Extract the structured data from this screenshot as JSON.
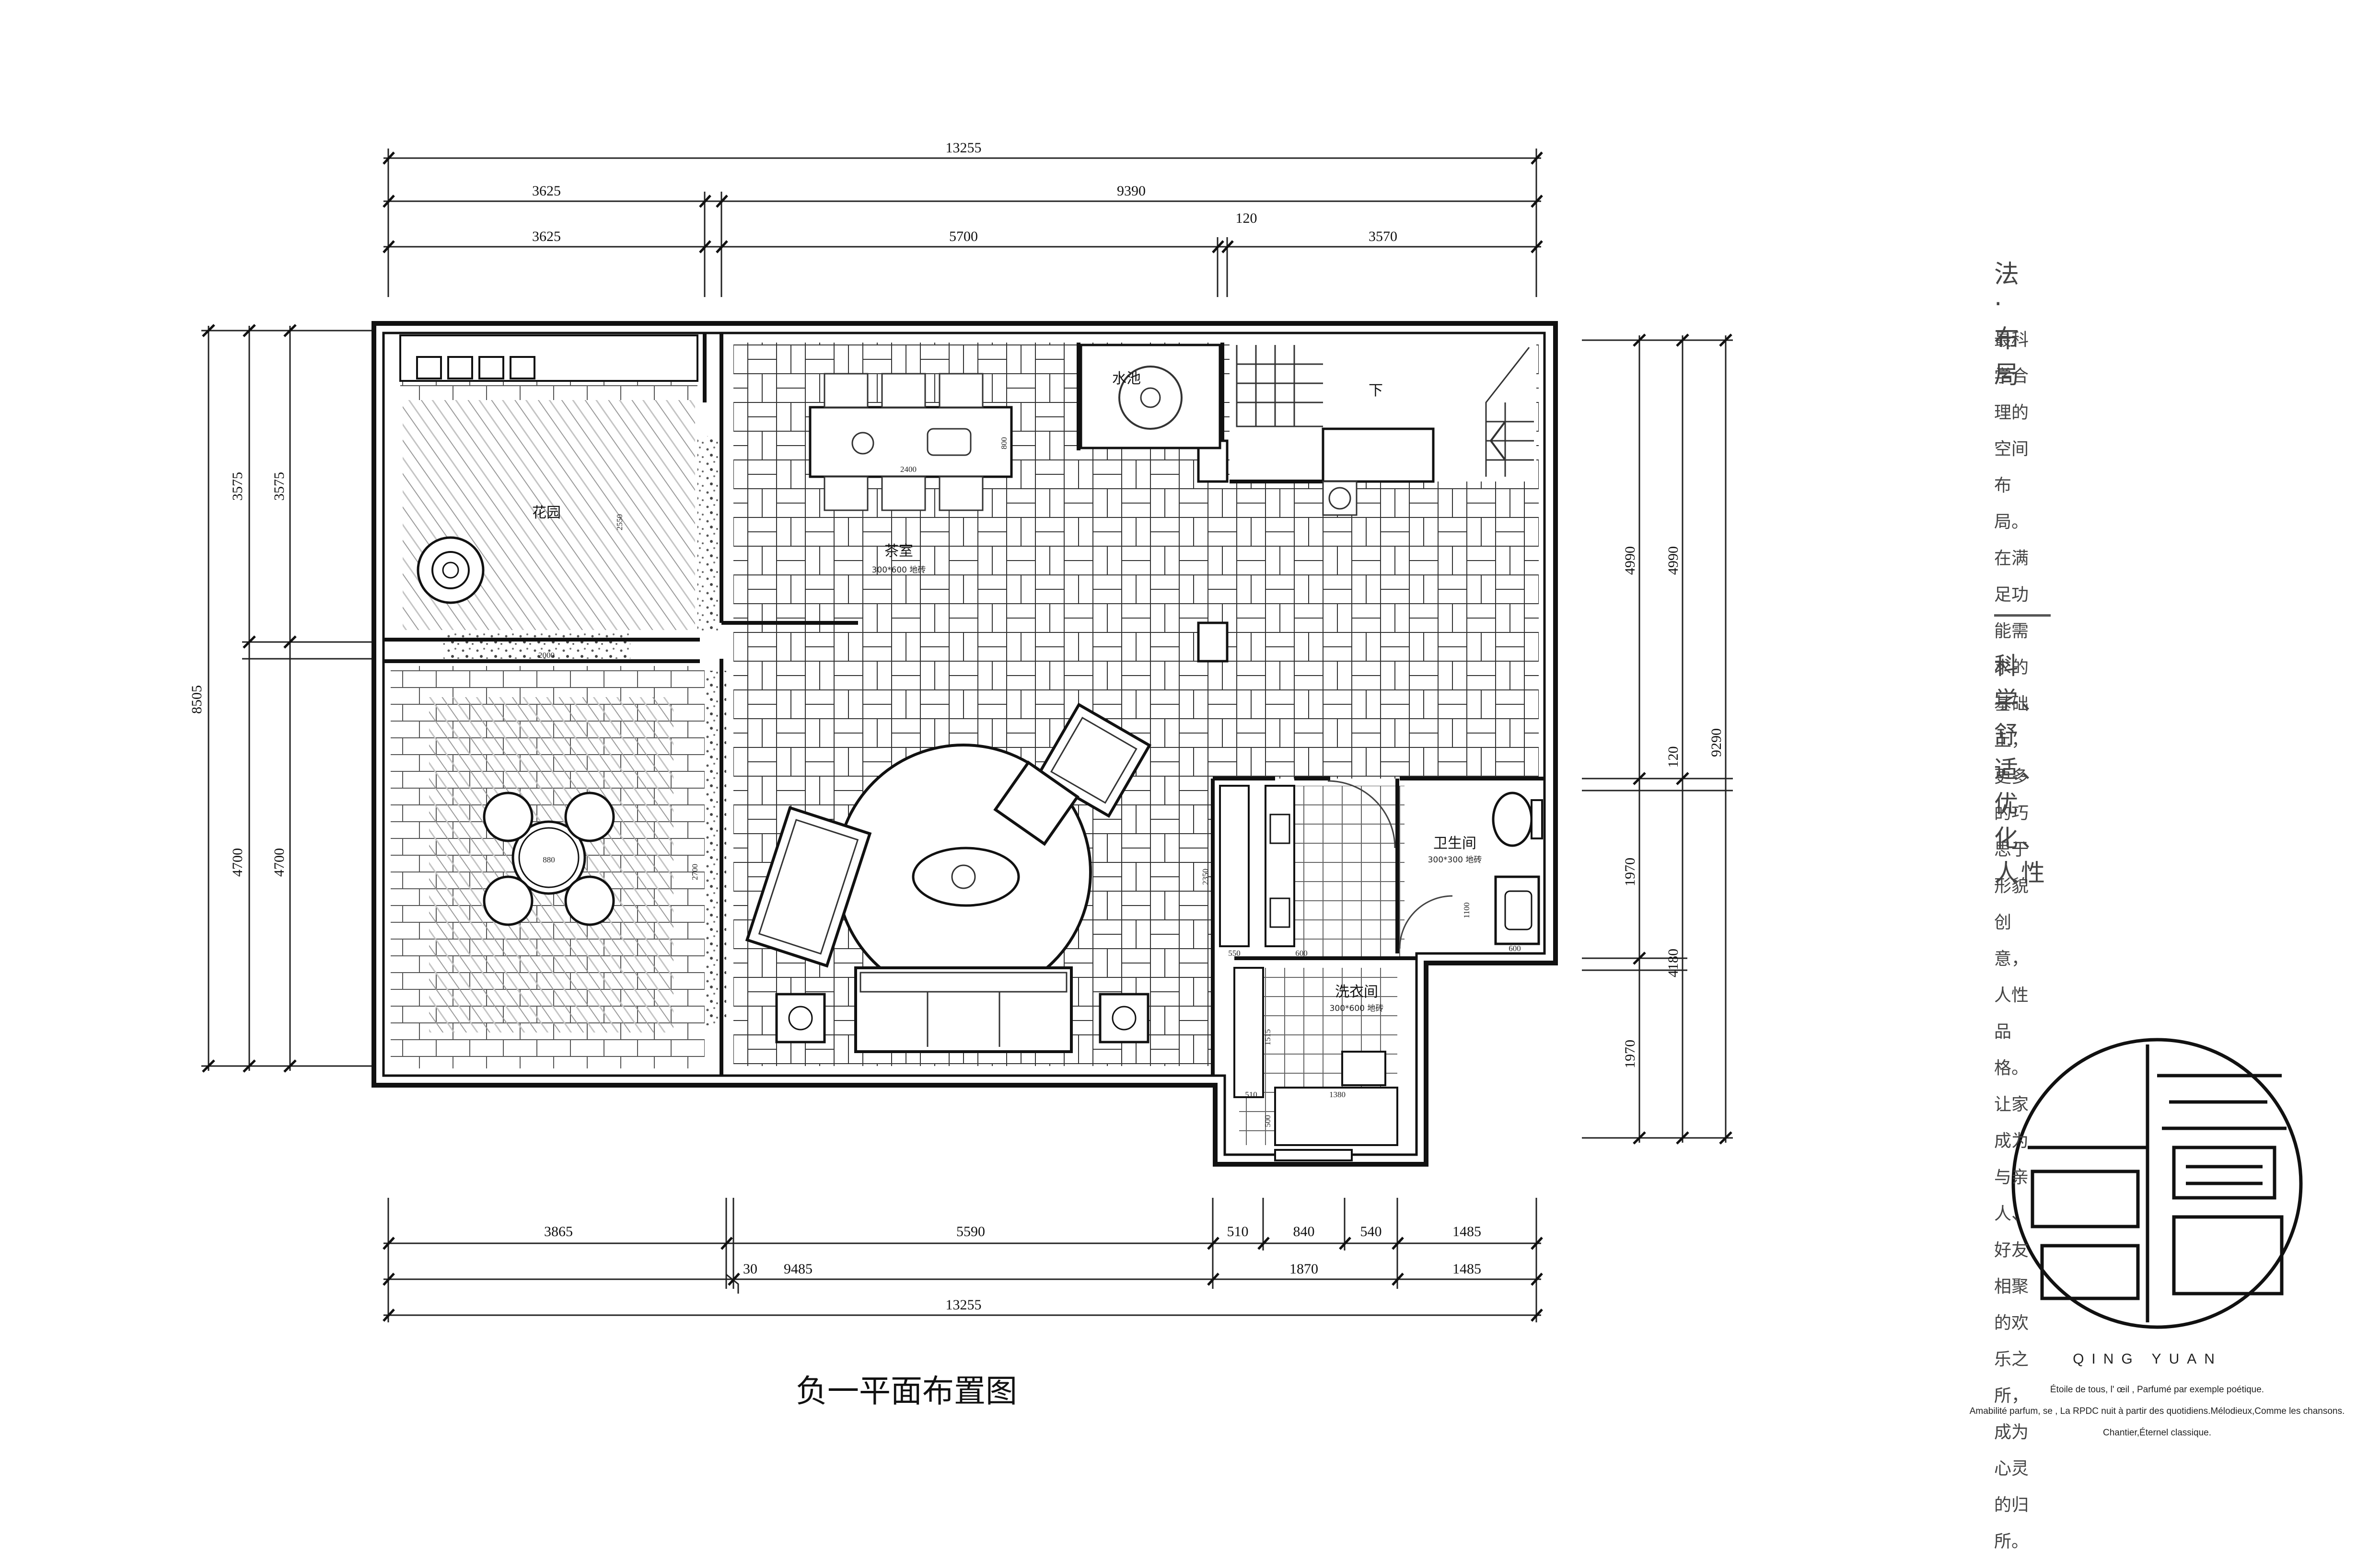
{
  "drawing_title": "负一平面布置图",
  "side_panel": {
    "heading": "法 · 布局",
    "paragraph": [
      "最科学合理的空间布局。",
      "在满足功能需求的基础上，",
      "更多的巧思于形貌创意，人性品格。",
      "让家成为与亲人、好友相聚的欢乐之所，",
      "成为心灵的归所。"
    ],
    "dash": "——",
    "motto": "科学、舒适、优化、人性"
  },
  "brand": {
    "name": "QING YUAN",
    "lines": [
      "Étoile de tous, l' œil , Parfumé par exemple poétique.",
      "Amabilité parfum, se , La RPDC nuit à partir des quotidiens.Mélodieux,Comme les chansons.",
      "Chantier,Éternel classique."
    ]
  },
  "dimensions": {
    "top_total": "13255",
    "top_row2": [
      "3625",
      "9390"
    ],
    "top_row3": [
      "3625",
      "5700",
      "120",
      "3570"
    ],
    "left_outer": "8505",
    "left_mid": [
      "3575",
      "4700"
    ],
    "left_inner": [
      "3575",
      "4700"
    ],
    "right_outer": "9290",
    "right_mid": [
      "4990",
      "4180"
    ],
    "right_inner": [
      "4990",
      "120",
      "1970",
      "1970"
    ],
    "bottom_row1": [
      "3865",
      "5590",
      "510",
      "840",
      "540",
      "1485"
    ],
    "bottom_note": "30",
    "bottom_row2": [
      "9485",
      "1870",
      "1485"
    ],
    "bottom_total": "13255"
  },
  "rooms": {
    "garden": "花园",
    "tea_room": "茶室",
    "tea_room_spec": "300*600  地砖",
    "pond": "水池",
    "down": "下",
    "bathroom": "卫生间",
    "bathroom_spec": "300*300  地砖",
    "laundry": "洗衣间",
    "laundry_spec": "300*600  地砖"
  },
  "small_dims": {
    "tea_table_len": "2400",
    "tea_table_w": "800",
    "garden_w": "2000",
    "garden_h": "2550",
    "round_table": "880",
    "strip_h": "2700",
    "sofa_gap": "2350",
    "kitchen_550": "550",
    "kitchen_600": "600",
    "bath_1100": "1100",
    "bath_600": "600",
    "laundry_1515": "1515",
    "laundry_510": "510",
    "laundry_1380": "1380",
    "laundry_500": "500"
  }
}
